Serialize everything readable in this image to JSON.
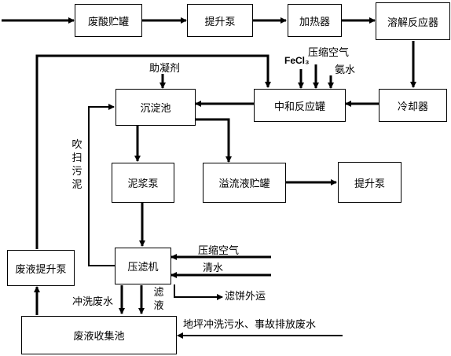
{
  "boxes": {
    "waste_acid_tank": "废酸贮罐",
    "lift_pump_top": "提升泵",
    "heater": "加热器",
    "dissolution_reactor": "溶解反应器",
    "neutralization_tank": "中和反应罐",
    "cooler": "冷却器",
    "sedimentation_tank": "沉淀池",
    "slurry_pump": "泥浆泵",
    "overflow_tank": "溢流液贮罐",
    "lift_pump_right": "提升泵",
    "waste_liquid_lift_pump": "废液提升泵",
    "filter_press": "压滤机",
    "waste_collection_tank": "废液收集池"
  },
  "labels": {
    "coagulant": "助凝剂",
    "fecl3": "FeCl₃",
    "compressed_air_top": "压缩空气",
    "ammonia": "氨水",
    "blow_sludge": "吹扫污泥",
    "compressed_air_press": "压缩空气",
    "clean_water": "清水",
    "filter_cake": "滤饼外运",
    "wash_wastewater": "冲洗废水",
    "filtrate": "滤液",
    "floor_wash": "地坪冲洗污水、事故排放废水"
  },
  "colors": {
    "line": "#000000",
    "background": "#ffffff"
  }
}
